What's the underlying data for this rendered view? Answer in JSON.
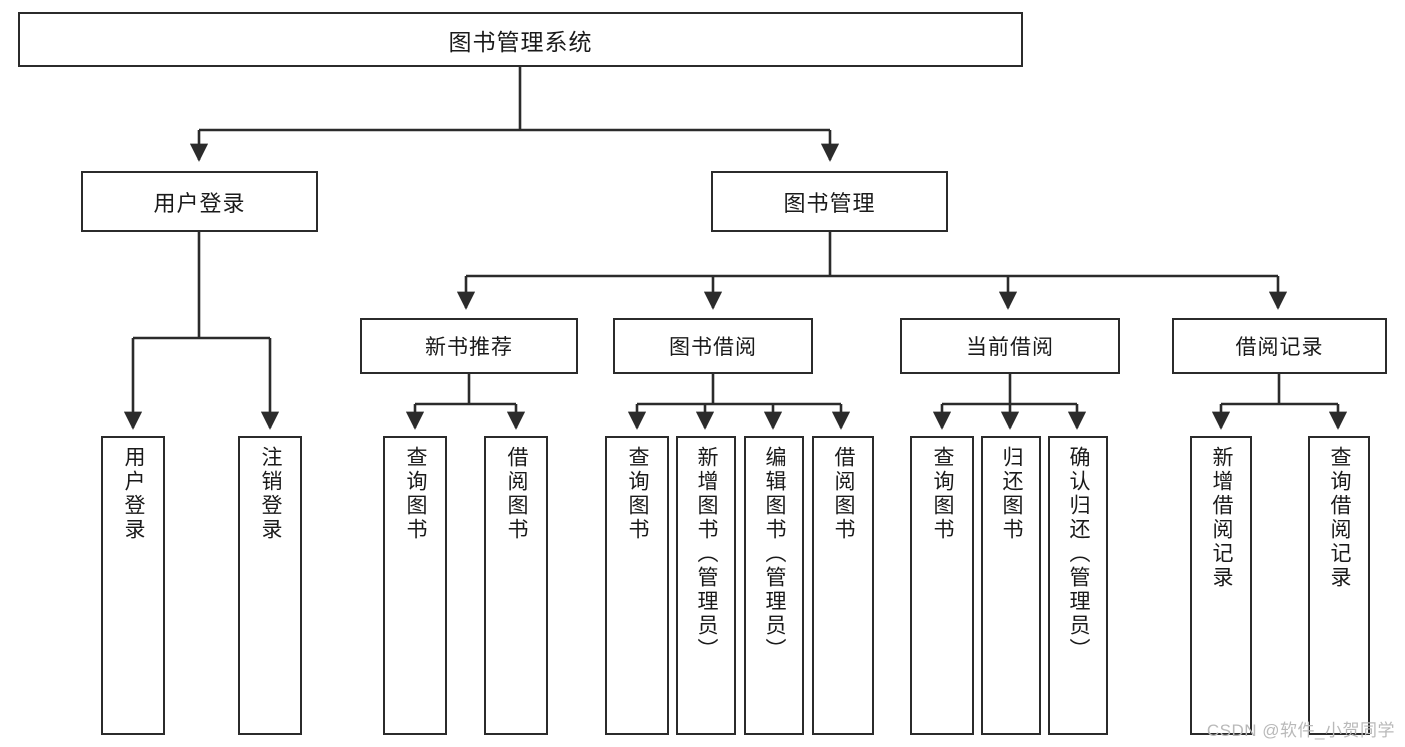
{
  "diagram": {
    "title": "图书管理系统",
    "type": "功能结构图",
    "line_color": "#2b2b2b",
    "box_fill": "#ffffff",
    "text_color": "#1a1a1a"
  },
  "root": {
    "label": "图书管理系统"
  },
  "level2": [
    {
      "id": "user-login",
      "label": "用户登录"
    },
    {
      "id": "book-manage",
      "label": "图书管理"
    }
  ],
  "level3": [
    {
      "id": "new-book-recommend",
      "label": "新书推荐"
    },
    {
      "id": "book-borrow",
      "label": "图书借阅"
    },
    {
      "id": "current-borrow",
      "label": "当前借阅"
    },
    {
      "id": "borrow-record",
      "label": "借阅记录"
    }
  ],
  "leaves": {
    "user_login": [
      {
        "id": "leaf-user-login",
        "label": "用户登录"
      },
      {
        "id": "leaf-logout",
        "label": "注销登录"
      }
    ],
    "new_book_recommend": [
      {
        "id": "leaf-query-book-1",
        "label": "查询图书"
      },
      {
        "id": "leaf-borrow-book-1",
        "label": "借阅图书"
      }
    ],
    "book_borrow": [
      {
        "id": "leaf-query-book-2",
        "label": "查询图书"
      },
      {
        "id": "leaf-add-book",
        "label": "新增图书（管理员）"
      },
      {
        "id": "leaf-edit-book",
        "label": "编辑图书（管理员）"
      },
      {
        "id": "leaf-borrow-book-2",
        "label": "借阅图书"
      }
    ],
    "current_borrow": [
      {
        "id": "leaf-query-book-3",
        "label": "查询图书"
      },
      {
        "id": "leaf-return-book",
        "label": "归还图书"
      },
      {
        "id": "leaf-confirm-return",
        "label": "确认归还（管理员）"
      }
    ],
    "borrow_record": [
      {
        "id": "leaf-add-record",
        "label": "新增借阅记录"
      },
      {
        "id": "leaf-query-record",
        "label": "查询借阅记录"
      }
    ]
  },
  "watermark": {
    "text": "CSDN @软件_小贺同学"
  }
}
